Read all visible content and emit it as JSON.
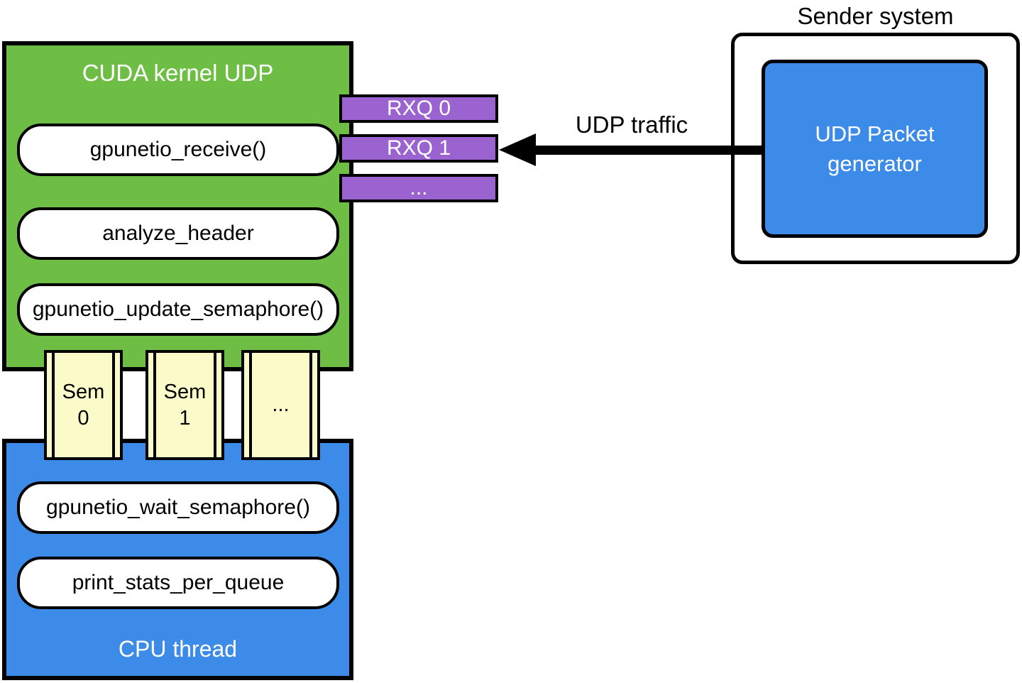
{
  "colors": {
    "green": "#6EBE46",
    "purple": "#9B63D0",
    "blue": "#3D8BE8",
    "yellow": "#FBFAC9",
    "ink": "#000000"
  },
  "cuda_kernel": {
    "title": "CUDA kernel UDP",
    "functions": [
      "gpunetio_receive()",
      "analyze_header",
      "gpunetio_update_semaphore()"
    ]
  },
  "rx_queues": [
    "RXQ 0",
    "RXQ 1",
    "..."
  ],
  "semaphores": [
    "Sem\n0",
    "Sem\n1",
    "..."
  ],
  "cpu_thread": {
    "title": "CPU thread",
    "functions": [
      "gpunetio_wait_semaphore()",
      "print_stats_per_queue"
    ]
  },
  "sender": {
    "title": "Sender system",
    "generator_label": "UDP Packet\ngenerator"
  },
  "arrow": {
    "label": "UDP traffic"
  }
}
